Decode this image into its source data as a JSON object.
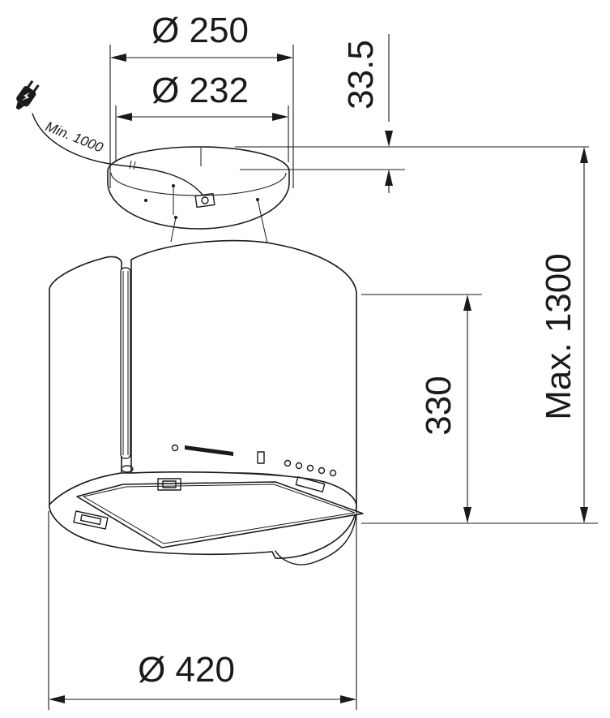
{
  "dimensions": {
    "canopy_outer_diameter": "Ø 250",
    "canopy_inner_diameter": "Ø 232",
    "canopy_height": "33.5",
    "body_height": "330",
    "max_total_height": "Max. 1300",
    "body_diameter": "Ø 420",
    "cable_min_length": "Min. 1000"
  },
  "icons": {
    "plug": "power-plug-icon"
  }
}
